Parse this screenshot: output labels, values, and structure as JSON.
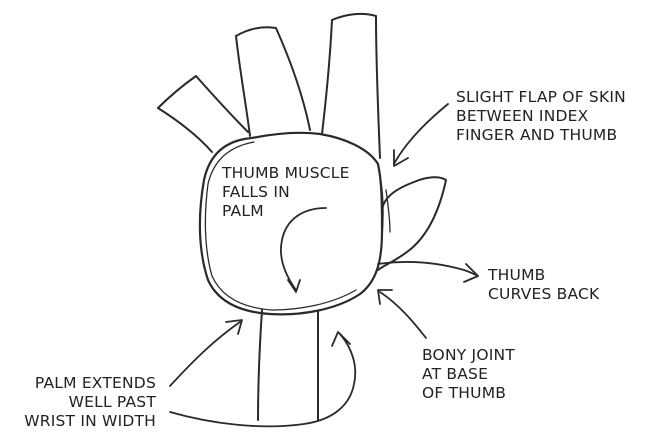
{
  "labels": {
    "thumb_muscle": [
      "THUMB MUSCLE",
      "FALLS IN",
      "PALM"
    ],
    "skin_flap": [
      "SLIGHT FLAP OF SKIN",
      "BETWEEN INDEX",
      "FINGER AND THUMB"
    ],
    "thumb_curves": [
      "THUMB",
      "CURVES BACK"
    ],
    "bony_joint": [
      "BONY JOINT",
      "AT BASE",
      "OF THUMB"
    ],
    "palm_extends": [
      "PALM EXTENDS",
      "WELL PAST",
      "WRIST IN WIDTH"
    ]
  },
  "colors": {
    "ink": "#2a2a2a",
    "text": "#222222",
    "paper": "#ffffff"
  }
}
